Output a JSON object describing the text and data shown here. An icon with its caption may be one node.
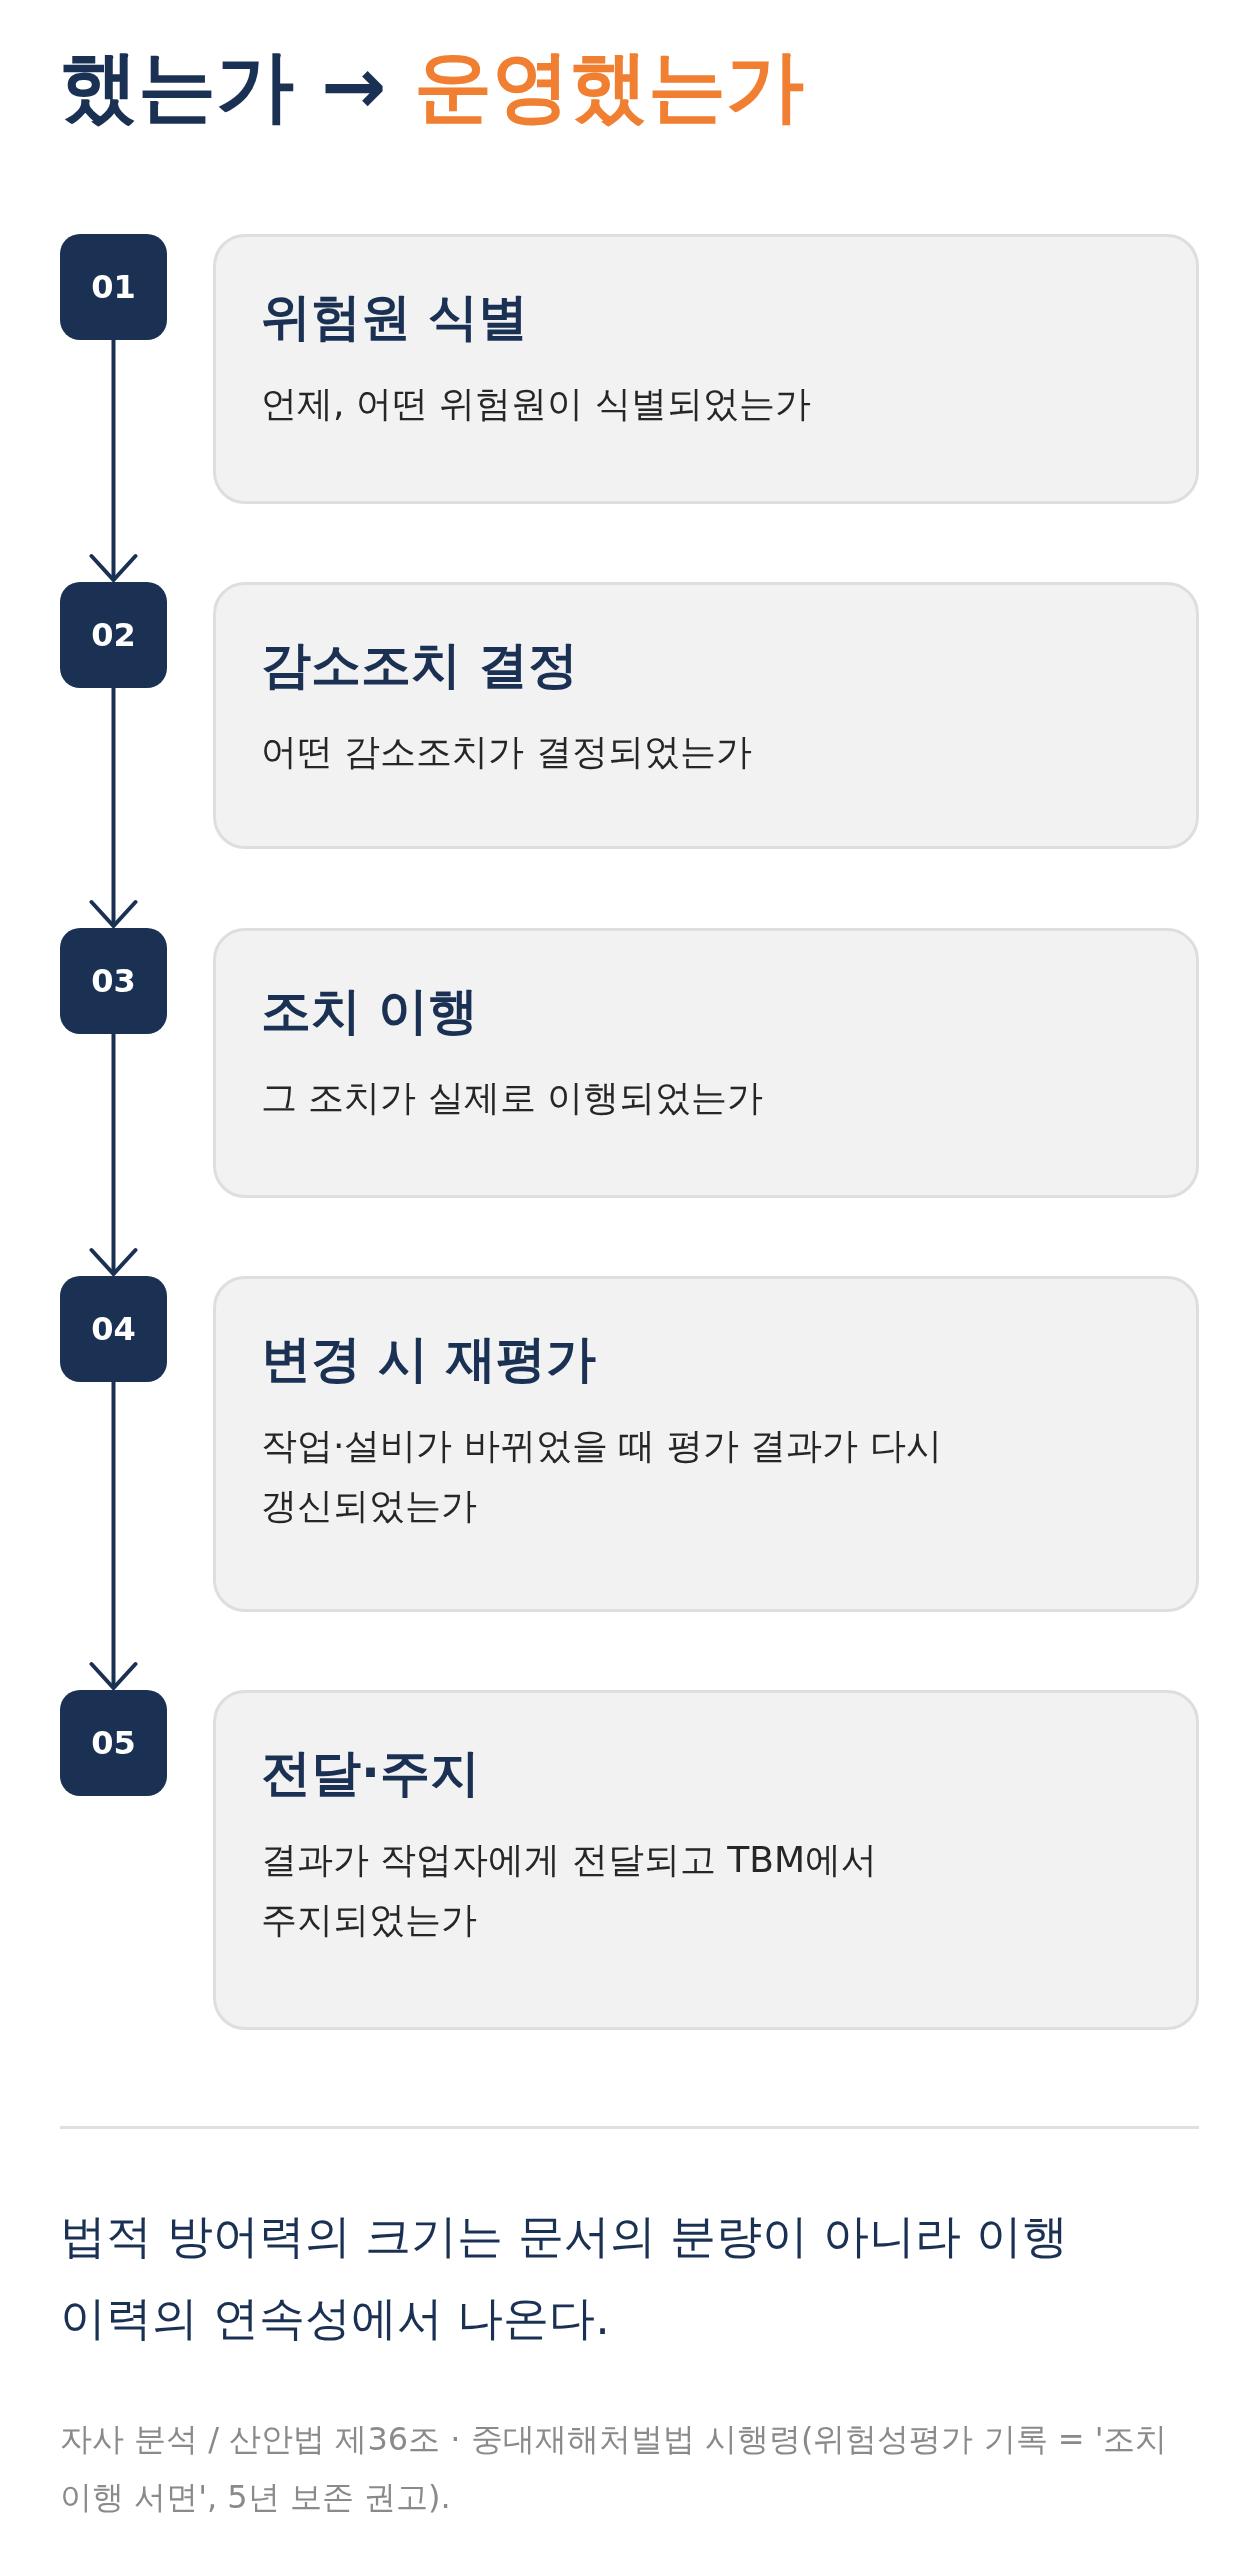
{
  "diagram": {
    "title": "했는가 → **운영했는가**",
    "nodes": [
      {
        "text": [
          "01"
        ]
      },
      {
        "text": [
          "위험원 식별",
          "언제, 어떤 위험원이 식별되었는가"
        ]
      },
      {
        "text": [
          "02"
        ]
      },
      {
        "text": [
          "감소조치 결정",
          "어떤 감소조치가 결정되었는가"
        ]
      },
      {
        "text": [
          "03"
        ]
      },
      {
        "text": [
          "조치 이행",
          "그 조치가 실제로 이행되었는가"
        ]
      },
      {
        "text": [
          "04"
        ]
      },
      {
        "text": [
          "변경 시 재평가",
          "작업·설비가 바뀌었을 때 평가 결과가 다시 갱신되었는가"
        ]
      },
      {
        "text": [
          "05"
        ]
      },
      {
        "text": [
          "전달·주지",
          "결과가 작업자에게 전달되고 TBM에서 주지되었는가"
        ]
      }
    ],
    "edges": [
      {
        "from": 0,
        "to": 2,
        "arrow": "to"
      },
      {
        "from": 2,
        "to": 4,
        "arrow": "to"
      },
      {
        "from": 4,
        "to": 6,
        "arrow": "to"
      },
      {
        "from": 6,
        "to": 8,
        "arrow": "to"
      }
    ],
    "labels": [
      "법적 방어력의 크기는 문서의 분량이 아니라 이행 이력의 연속성에서 나온다.",
      "자사 분석 / 산안법 제36조 · 중대재해처벌법 시행령(위험성평가 기록 = '조치 이행 서면', 5년 보존 권고)."
    ]
  }
}
